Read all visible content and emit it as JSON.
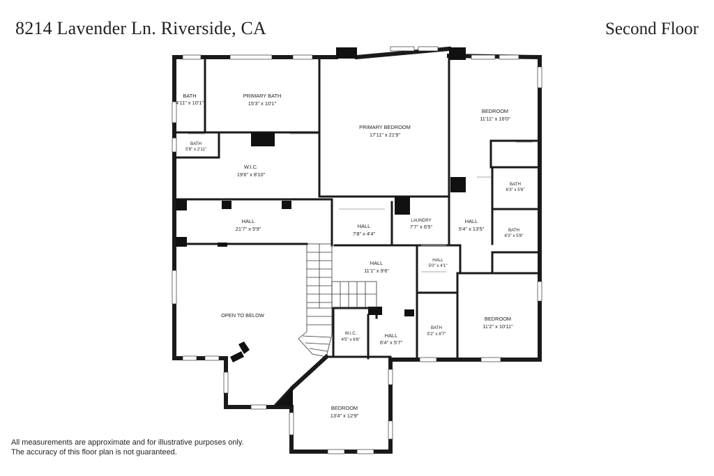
{
  "header": {
    "address": "8214 Lavender Ln. Riverside, CA",
    "floor": "Second Floor"
  },
  "disclaimer": {
    "line1": "All measurements are approximate and for illustrative purposes only.",
    "line2": "The accuracy of this floor plan is not guaranteed."
  },
  "rooms": {
    "bath1": {
      "name": "BATH",
      "dim": "4'11\" x 10'1\""
    },
    "primary_bath": {
      "name": "PRIMARY BATH",
      "dim": "15'3\" x 10'1\""
    },
    "primary_bedroom": {
      "name": "PRIMARY BEDROOM",
      "dim": "17'11\" x 21'9\""
    },
    "bedroom_ne": {
      "name": "BEDROOM",
      "dim": "11'11\" x 16'0\""
    },
    "bath2": {
      "name": "BATH",
      "dim": "5'6\" x 2'11\""
    },
    "wic1": {
      "name": "W.I.C.",
      "dim": "19'6\" x 8'10\""
    },
    "bath3": {
      "name": "BATH",
      "dim": "6'3\" x 5'6\""
    },
    "hall1": {
      "name": "HALL",
      "dim": "21'7\" x 5'9\""
    },
    "hall2": {
      "name": "HALL",
      "dim": "7'8\" x 4'4\""
    },
    "laundry": {
      "name": "LAUNDRY",
      "dim": "7'7\" x 6'5\""
    },
    "hall3": {
      "name": "HALL",
      "dim": "5'4\" x 13'5\""
    },
    "bath4": {
      "name": "BATH",
      "dim": "6'3\" x 5'8\""
    },
    "hall4": {
      "name": "HALL",
      "dim": "11'1\" x 9'6\""
    },
    "hall5": {
      "name": "HALL",
      "dim": "5'0\" x 4'1\""
    },
    "open_to_below": {
      "name": "OPEN TO BELOW"
    },
    "bedroom_e": {
      "name": "BEDROOM",
      "dim": "11'2\" x 10'11\""
    },
    "wic2": {
      "name": "W.I.C.",
      "dim": "4'5\" x 6'6\""
    },
    "hall6": {
      "name": "HALL",
      "dim": "6'4\" x 5'7\""
    },
    "bath5": {
      "name": "BATH",
      "dim": "5'2\" x 8'7\""
    },
    "bedroom_s": {
      "name": "BEDROOM",
      "dim": "13'4\" x 12'9\""
    }
  }
}
